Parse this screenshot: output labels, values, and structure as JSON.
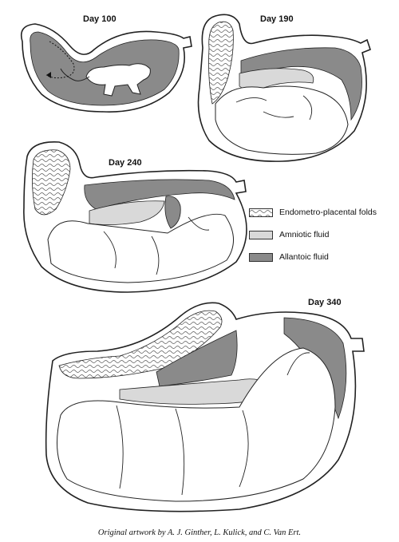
{
  "stages": [
    {
      "label": "Day 100"
    },
    {
      "label": "Day 190"
    },
    {
      "label": "Day 240"
    },
    {
      "label": "Day 340"
    }
  ],
  "legend": [
    {
      "label": "Endometro-placental folds",
      "color": "#ffffff",
      "pattern": "wavy-lines"
    },
    {
      "label": "Amniotic fluid",
      "color": "#d9d9d9"
    },
    {
      "label": "Allantoic fluid",
      "color": "#8a8a8a"
    }
  ],
  "credit": "Original artwork by A. J. Ginther, L. Kulick, and C. Van Ert."
}
